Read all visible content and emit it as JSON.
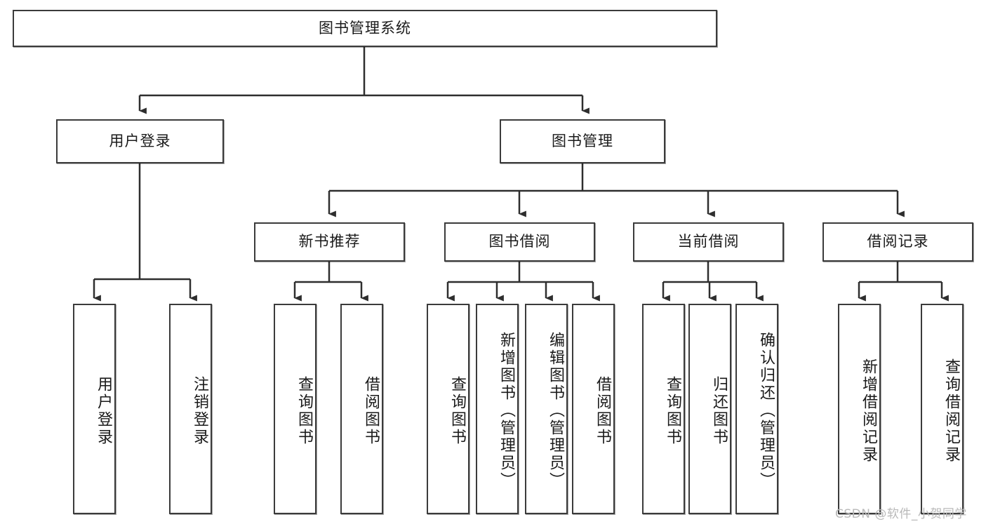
{
  "diagram": {
    "title": "图书管理系统",
    "watermark": "CSDN @软件_小贺同学",
    "colors": {
      "box_border": "#3b3b3b",
      "box_fill": "#ffffff",
      "edge": "#2e2e2e",
      "text": "#1a1a1a",
      "watermark": "#b9b9b9"
    },
    "levels": {
      "root": {
        "label": "图书管理系统"
      },
      "level2": [
        {
          "label": "用户登录"
        },
        {
          "label": "图书管理"
        }
      ],
      "level3": [
        {
          "label": "新书推荐"
        },
        {
          "label": "图书借阅"
        },
        {
          "label": "当前借阅"
        },
        {
          "label": "借阅记录"
        }
      ],
      "leaves": [
        {
          "label": "用户登录",
          "parent": "用户登录"
        },
        {
          "label": "注销登录",
          "parent": "用户登录"
        },
        {
          "label": "查询图书",
          "parent": "新书推荐"
        },
        {
          "label": "借阅图书",
          "parent": "新书推荐"
        },
        {
          "label": "查询图书",
          "parent": "图书借阅"
        },
        {
          "label": "新增图书（管理员）",
          "parent": "图书借阅"
        },
        {
          "label": "编辑图书（管理员）",
          "parent": "图书借阅"
        },
        {
          "label": "借阅图书",
          "parent": "图书借阅"
        },
        {
          "label": "查询图书",
          "parent": "当前借阅"
        },
        {
          "label": "归还图书",
          "parent": "当前借阅"
        },
        {
          "label": "确认归还（管理员）",
          "parent": "当前借阅"
        },
        {
          "label": "新增借阅记录",
          "parent": "借阅记录"
        },
        {
          "label": "查询借阅记录",
          "parent": "借阅记录"
        }
      ]
    }
  }
}
